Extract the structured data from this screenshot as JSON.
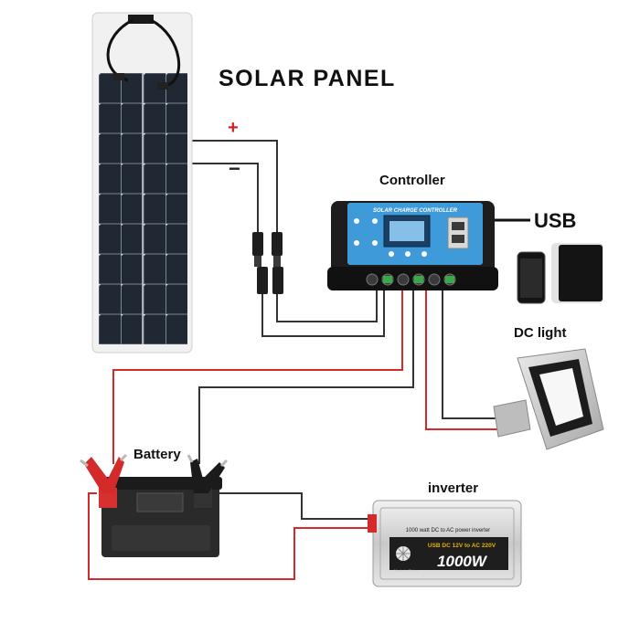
{
  "labels": {
    "title": "SOLAR PANEL",
    "controller": "Controller",
    "usb": "USB",
    "dc_light": "DC light",
    "battery": "Battery",
    "inverter": "inverter",
    "plus": "+",
    "minus": "−"
  },
  "controller": {
    "header": "SOLAR CHARGE CONTROLLER"
  },
  "inverter": {
    "line1": "1000 watt DC to AC power inverter",
    "line2": "USB DC 12V to AC 220V",
    "brand": "1000W",
    "origin": "Made in China"
  },
  "colors": {
    "positive_wire": "#d42a2a",
    "negative_wire": "#333333",
    "controller_screen": "#3f9ad9",
    "panel_cell": "#1f2833"
  }
}
